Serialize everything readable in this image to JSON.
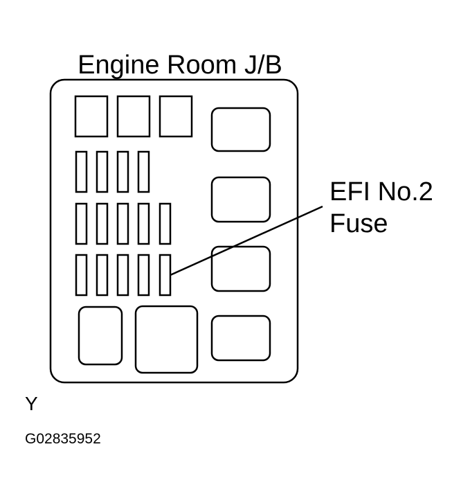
{
  "title": "Engine Room J/B",
  "callout": {
    "line1": "EFI No.2",
    "line2": "Fuse"
  },
  "location_code": "Y",
  "figure_id": "G02835952"
}
